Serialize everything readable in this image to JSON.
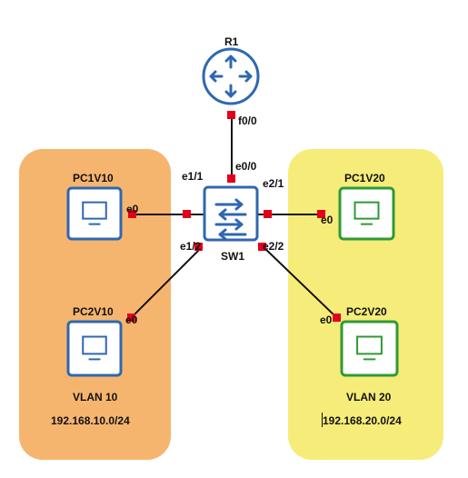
{
  "colors": {
    "left_zone": "#f6b56f",
    "right_zone": "#f6ec7a",
    "router_blue": "#2f67b2",
    "switch_blue": "#2f67b2",
    "pc_blue": "#2f67b2",
    "pc_green": "#2f9a35",
    "link": "#111111",
    "port_marker": "#e2001a"
  },
  "devices": {
    "router": {
      "name": "R1",
      "icon": "router-icon"
    },
    "switch": {
      "name": "SW1",
      "icon": "switch-icon"
    },
    "pc1v10": {
      "name": "PC1V10",
      "icon": "pc-icon"
    },
    "pc2v10": {
      "name": "PC2V10",
      "icon": "pc-icon"
    },
    "pc1v20": {
      "name": "PC1V20",
      "icon": "pc-icon"
    },
    "pc2v20": {
      "name": "PC2V20",
      "icon": "pc-icon"
    }
  },
  "ports": {
    "r1_f0_0": "f0/0",
    "sw1_e0_0": "e0/0",
    "sw1_e1_1": "e1/1",
    "sw1_e1_2": "e1/2",
    "sw1_e2_1": "e2/1",
    "sw1_e2_2": "e2/2",
    "pc1v10_e0": "e0",
    "pc2v10_e0": "e0",
    "pc1v20_e0": "e0",
    "pc2v20_e0": "e0"
  },
  "zones": {
    "left": {
      "vlan": "VLAN 10",
      "subnet": "192.168.10.0/24"
    },
    "right": {
      "vlan": "VLAN 20",
      "subnet": "192.168.20.0/24"
    }
  }
}
